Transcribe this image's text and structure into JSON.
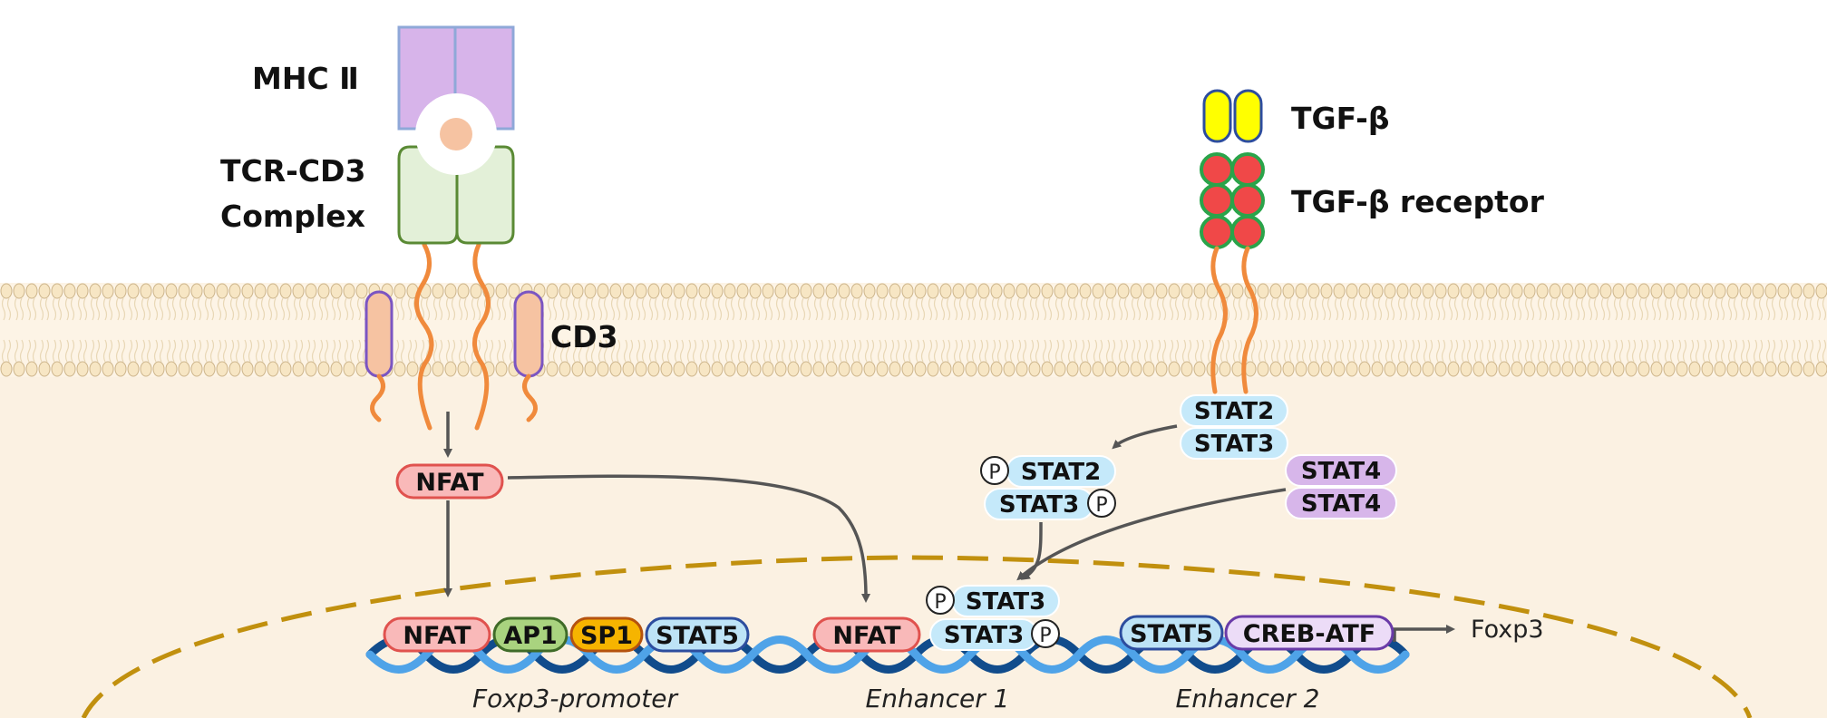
{
  "labels": {
    "mhc": "MHC Ⅱ",
    "tcr_line1": "TCR-CD3",
    "tcr_line2": "Complex",
    "cd3": "CD3",
    "tgfb": "TGF-β",
    "tgfb_receptor": "TGF-β receptor",
    "foxp3": "Foxp3"
  },
  "cytoplasm": {
    "nfat": "NFAT",
    "stat2": "STAT2",
    "stat3": "STAT3",
    "p_stat2": "STAT2",
    "p_stat3": "STAT3",
    "stat4_top": "STAT4",
    "stat4_bottom": "STAT4",
    "phospho_symbol": "P"
  },
  "nucleus": {
    "promoter_factors": [
      "NFAT",
      "AP1",
      "SP1",
      "STAT5"
    ],
    "enhancer1_factors": [
      "NFAT",
      "STAT3",
      "STAT3"
    ],
    "enhancer2_factors": [
      "STAT5",
      "CREB-ATF"
    ],
    "regions": [
      "Foxp3-promoter",
      "Enhancer 1",
      "Enhancer 2"
    ]
  },
  "colors": {
    "cytoplasm_bg": "#fbf1e2",
    "nucleus_border": "#c1900e",
    "nfat_fill": "#f9b9b9",
    "nfat_border": "#e0524e",
    "ap1_fill": "#a9d37f",
    "sp1_fill": "#f6b400",
    "stat5_fill": "#bde3f6",
    "stat_fill": "#c5e9fa",
    "stat4_fill": "#d7b6ea",
    "creb_fill": "#ecdcf7",
    "mhc_fill": "#d7b4ea",
    "tcr_fill": "#e3f0d8",
    "tcr_border": "#5a8a34",
    "tgfb_fill": "#ffff00",
    "tgfb_receptor_fill": "#f04848",
    "tgfb_receptor_border": "#2aa44a",
    "tail_color": "#f08a3c",
    "dna_color": "#1f6fc2",
    "arrow_color": "#555555"
  }
}
